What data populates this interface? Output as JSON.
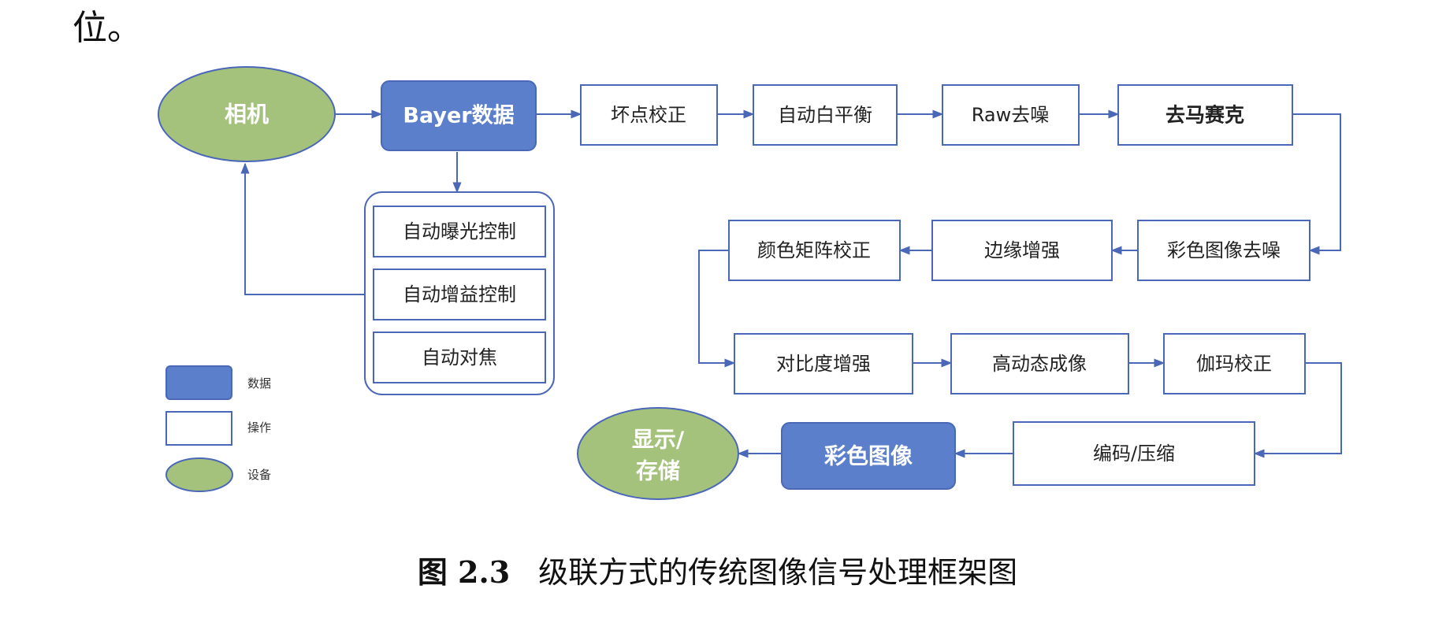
{
  "top_text": "位。",
  "colors": {
    "data_fill": "#5b7fcb",
    "device_fill": "#a4c27c",
    "edge": "#4a67b8",
    "box_border": "#4a67b8"
  },
  "nodes": {
    "camera": "相机",
    "bayer": "Bayer数据",
    "bad_pixel": "坏点校正",
    "awb": "自动白平衡",
    "raw_denoise": "Raw去噪",
    "demosaic": "去马赛克",
    "color_denoise": "彩色图像去噪",
    "edge_enhance": "边缘增强",
    "ccm": "颜色矩阵校正",
    "contrast": "对比度增强",
    "hdr": "高动态成像",
    "gamma": "伽玛校正",
    "encode": "编码/压缩",
    "color_image": "彩色图像",
    "display_line1": "显示/",
    "display_line2": "存储",
    "ae": "自动曝光控制",
    "ag": "自动增益控制",
    "af": "自动对焦"
  },
  "legend": {
    "data": "数据",
    "operation": "操作",
    "device": "设备"
  },
  "caption": {
    "number": "图 2.3",
    "title": "级联方式的传统图像信号处理框架图"
  }
}
